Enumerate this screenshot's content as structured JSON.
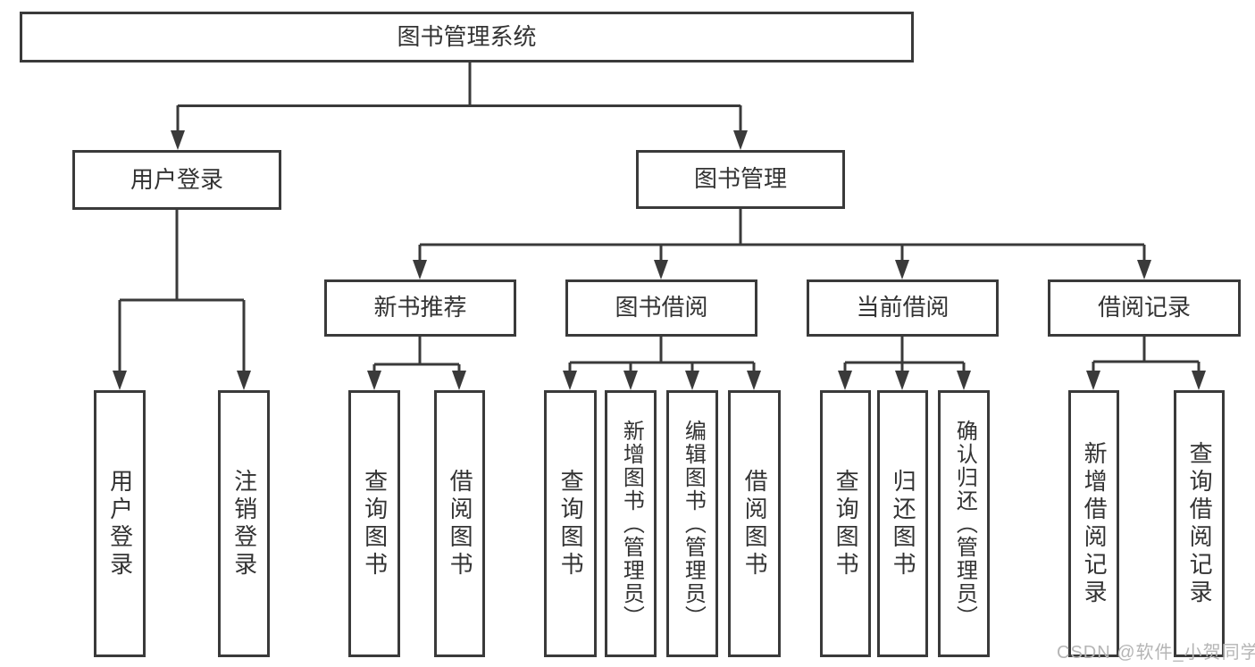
{
  "diagram": {
    "root": {
      "label": "图书管理系统"
    },
    "branches": [
      {
        "label": "用户登录",
        "children": [
          {
            "label": "用户登录"
          },
          {
            "label": "注销登录"
          }
        ]
      },
      {
        "label": "图书管理",
        "children": [
          {
            "label": "新书推荐",
            "children": [
              {
                "label": "查询图书"
              },
              {
                "label": "借阅图书"
              }
            ]
          },
          {
            "label": "图书借阅",
            "children": [
              {
                "label": "查询图书"
              },
              {
                "label": "新增图书（管理员）"
              },
              {
                "label": "编辑图书（管理员）"
              },
              {
                "label": "借阅图书"
              }
            ]
          },
          {
            "label": "当前借阅",
            "children": [
              {
                "label": "查询图书"
              },
              {
                "label": "归还图书"
              },
              {
                "label": "确认归还（管理员）"
              }
            ]
          },
          {
            "label": "借阅记录",
            "children": [
              {
                "label": "新增借阅记录"
              },
              {
                "label": "查询借阅记录"
              }
            ]
          }
        ]
      }
    ]
  },
  "watermark": {
    "text": "CSDN @软件_小贺同学"
  },
  "colors": {
    "line": "#3a3a3a",
    "text": "#333333",
    "watermark": "#b5b5b5",
    "bg": "#ffffff"
  }
}
